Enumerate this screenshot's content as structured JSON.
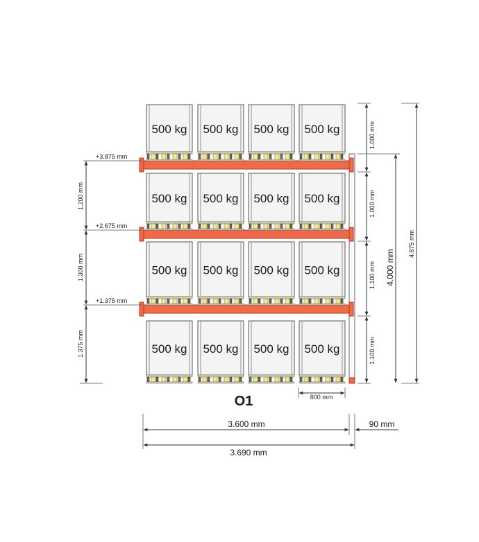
{
  "rack_label": "O1",
  "load_label": "500 kg",
  "levels": [
    {
      "load": "500 kg",
      "count": 4
    },
    {
      "load": "500 kg",
      "count": 4
    },
    {
      "load": "500 kg",
      "count": 4
    },
    {
      "load": "500 kg",
      "count": 4
    }
  ],
  "beam_height_labels": [
    "+3.875 mm",
    "+2.675 mm",
    "+1.375 mm"
  ],
  "left_dimensions": [
    "1.200 mm",
    "1.300 mm",
    "1.375 mm"
  ],
  "right_level_dimensions": [
    "1.000 mm",
    "1.000 mm",
    "1.100 mm",
    "1.100 mm"
  ],
  "height_dimension": "4.000 mm",
  "overall_height_dimension": "4.875 mm",
  "pallet_width": "800 mm",
  "bay_width": "3.600 mm",
  "post_width": "90 mm",
  "overall_width": "3.690 mm",
  "colors": {
    "beam": "#ef6a4a",
    "load_box": "#f4f4f4",
    "pallet_block": "#f2e7a0"
  }
}
